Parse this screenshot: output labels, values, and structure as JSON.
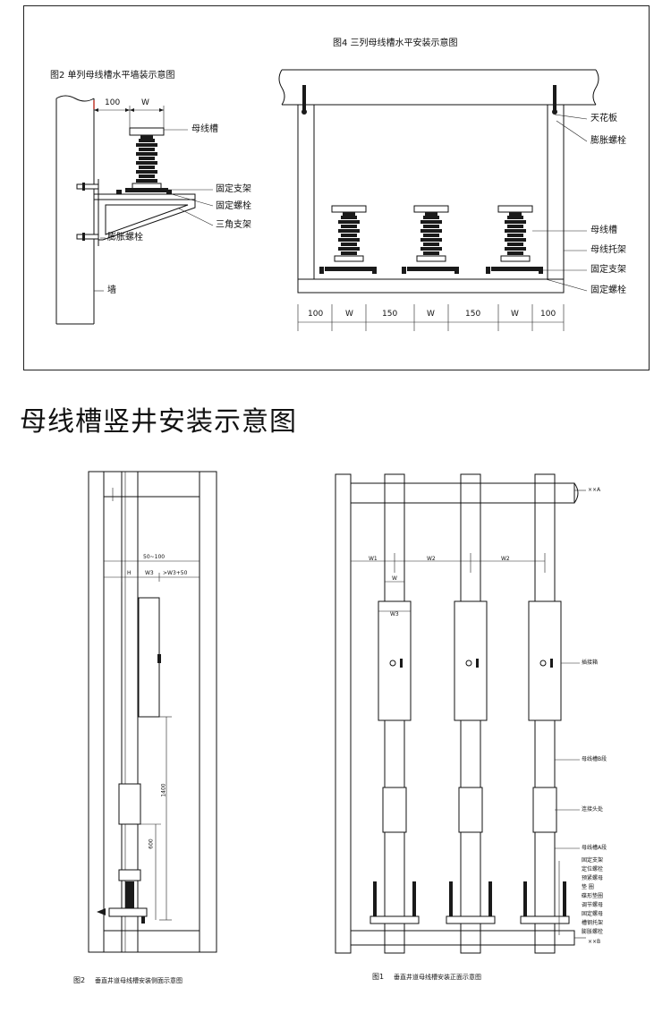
{
  "top_panel": {
    "fig2_title": "图2 单列母线槽水平墙装示意图",
    "fig4_title": "图4 三列母线槽水平安装示意图",
    "fig2_dims": {
      "d100": "100",
      "w": "W"
    },
    "fig2_labels": {
      "busway": "母线槽",
      "fix_bracket": "固定支架",
      "fix_bolt": "固定螺栓",
      "triangle_bracket": "三角支架",
      "expansion_bolt": "膨胀螺栓",
      "wall": "墙"
    },
    "fig4_labels": {
      "ceiling": "天花板",
      "expansion_bolt": "膨胀螺栓",
      "busway": "母线槽",
      "busway_tray": "母线托架",
      "fix_bracket": "固定支架",
      "fix_bolt": "固定螺栓"
    },
    "fig4_dims": [
      "100",
      "W",
      "150",
      "W",
      "150",
      "W",
      "100"
    ]
  },
  "section_title": "母线槽竖井安装示意图",
  "bottom_left": {
    "caption_num": "图2",
    "caption": "垂直井道母线槽安装侧面示意图",
    "dims": {
      "top": "50~100",
      "h": "H",
      "w3": "W3",
      "w3plus": ">W3+50",
      "d1400": "1400",
      "d600": "600"
    }
  },
  "bottom_right": {
    "caption_num": "图1",
    "caption": "垂直井道母线槽安装正面示意图",
    "dims": {
      "w1": "W1",
      "w2a": "W2",
      "w2b": "W2",
      "w": "W",
      "w3": "W3"
    },
    "labels": {
      "top_floor": "××A",
      "plug_box": "插接箱",
      "segment_b": "母线槽B段",
      "joint": "连接头处",
      "segment_a": "母线槽A段",
      "fix_bracket": "固定支架",
      "position_bolt": "定位螺栓",
      "lock_nut": "预紧螺母",
      "washer": "垫 圈",
      "spring_pad": "碟形垫圈",
      "adjust_bolt": "调节螺母",
      "fix_nut": "固定螺母",
      "steel_tray": "槽钢托架",
      "expansion_bolt": "膨胀螺栓",
      "bottom_floor": "××B"
    }
  }
}
